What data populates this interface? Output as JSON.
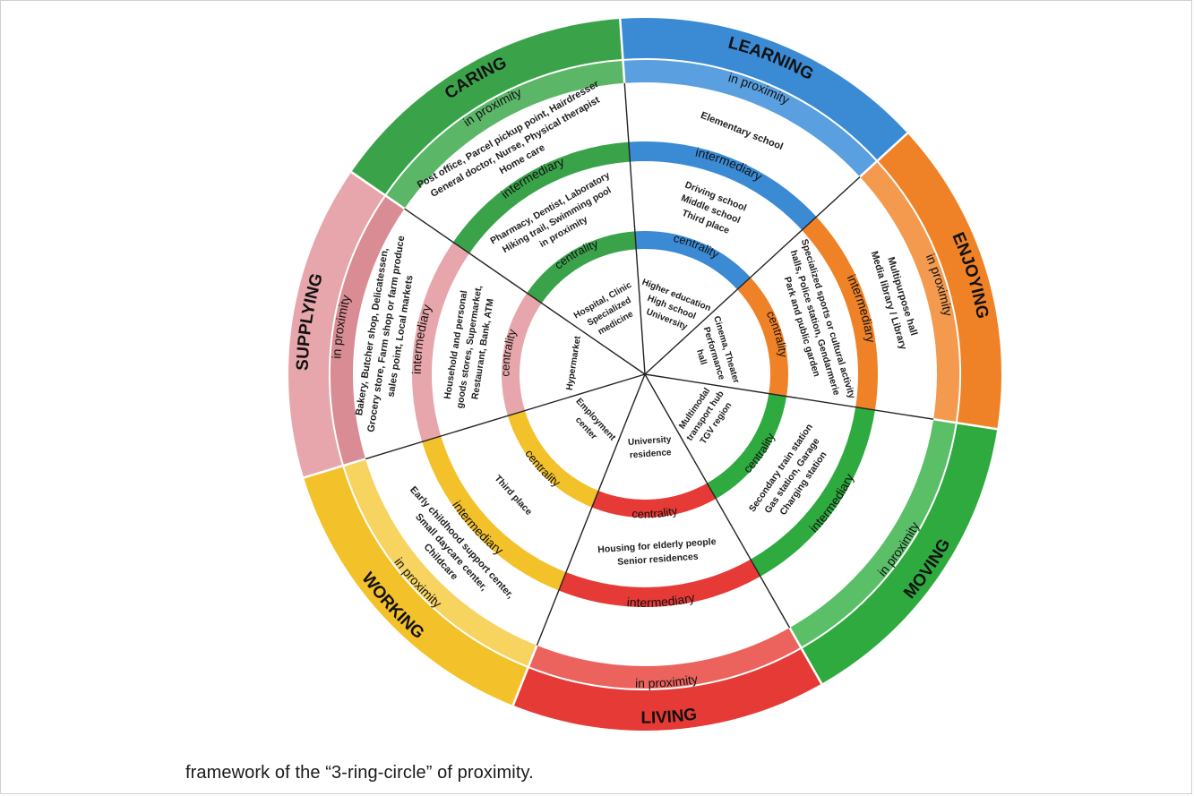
{
  "caption": "framework of the “3-ring-circle” of proximity.",
  "ring_labels": {
    "proximity": "in proximity",
    "intermediary": "intermediary",
    "centrality": "centrality"
  },
  "sectors": [
    {
      "id": "learning",
      "title": "LEARNING",
      "color": "#3b8ad4",
      "light": "#5a9fdf",
      "proximity": [
        "Elementary school"
      ],
      "intermediary": [
        "Driving school",
        "Middle school",
        "Third place"
      ],
      "centrality": [
        "Higher education",
        "High school",
        "University"
      ]
    },
    {
      "id": "enjoying",
      "title": "ENJOYING",
      "color": "#ef8226",
      "light": "#f39a4e",
      "proximity": [
        "Multipurpose hall",
        "Media library / Library"
      ],
      "intermediary": [
        "Specialized sports or cultural activity",
        "halls, Police station, Gendarmerie",
        "Park and public garden"
      ],
      "centrality": [
        "Cinema, Theater",
        "Performance",
        "hall"
      ]
    },
    {
      "id": "moving",
      "title": "MOVING",
      "color": "#2eaa3f",
      "light": "#5bbf68",
      "proximity": [],
      "intermediary": [
        "Secondary train station",
        "Gas station, Garage",
        "Charging station"
      ],
      "centrality": [
        "Multimodal",
        "transport hub",
        "TGV region"
      ]
    },
    {
      "id": "living",
      "title": "LIVING",
      "color": "#e63a36",
      "light": "#ec625d",
      "proximity": [],
      "intermediary": [
        "Housing for elderly people",
        "Senior residences"
      ],
      "centrality": [
        "University",
        "residence"
      ]
    },
    {
      "id": "working",
      "title": "WORKING",
      "color": "#f3c12a",
      "light": "#f7d35f",
      "proximity": [
        "Early childhood support center,",
        "Small daycare center,",
        "Childcare"
      ],
      "intermediary": [
        "Third place"
      ],
      "centrality": [
        "Employment",
        "center"
      ]
    },
    {
      "id": "supplying",
      "title": "SUPPLYING",
      "color": "#e7a6ab",
      "light": "#d98c93",
      "proximity": [
        "Bakery, Butcher shop, Delicatessen,",
        "Grocery store, Farm shop or farm produce",
        "sales point, Local markets"
      ],
      "intermediary": [
        "Household and personal",
        "goods stores, Supermarket,",
        "Restaurant, Bank, ATM"
      ],
      "centrality": [
        "Hypermarket"
      ]
    },
    {
      "id": "caring",
      "title": "CARING",
      "color": "#3aa34a",
      "light": "#5bb668",
      "proximity": [
        "Post office, Parcel pickup point, Hairdresser",
        "General doctor, Nurse, Physical therapist",
        "Home care"
      ],
      "intermediary": [
        "Pharmacy, Dentist, Laboratory",
        "Hiking trail, Swimming pool",
        "in proximity"
      ],
      "centrality": [
        "Hospital, Clinic",
        "Specialized",
        "medicine"
      ]
    }
  ]
}
